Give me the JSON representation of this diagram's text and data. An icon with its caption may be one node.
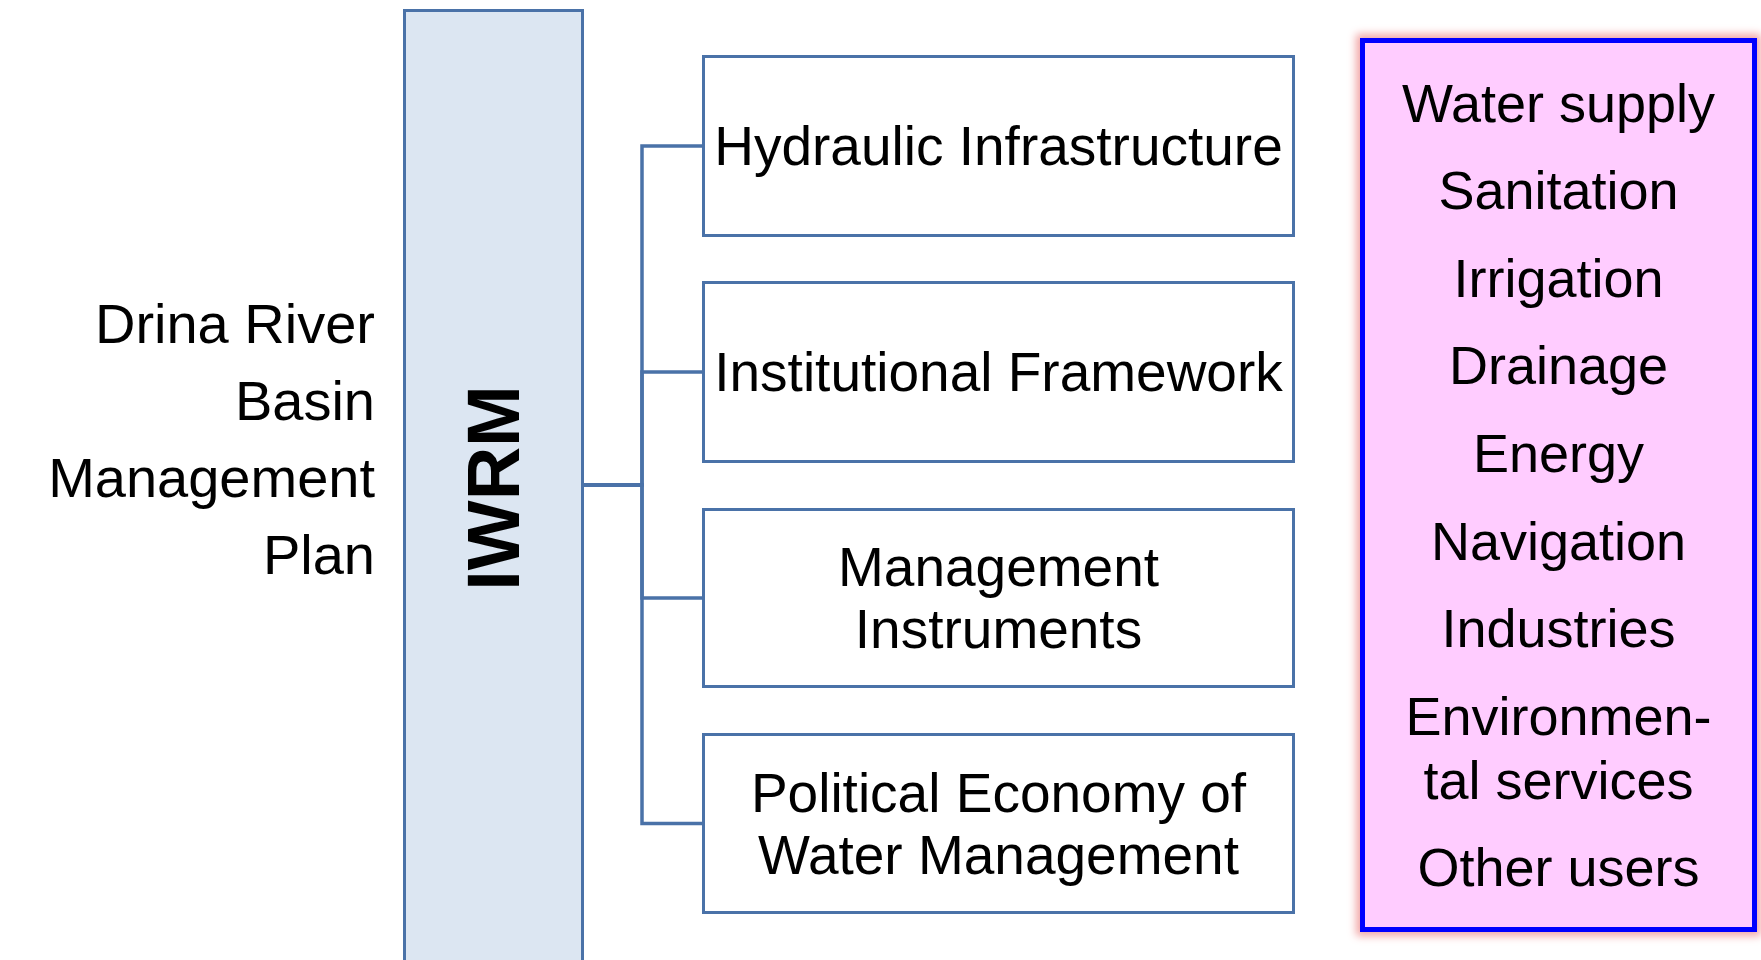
{
  "diagram": {
    "nodes": [
      {
        "text": [
          "IWRM"
        ],
        "beside": [
          "Drina River Basin Management Plan"
        ]
      },
      {
        "text": [
          "Hydraulic Infrastructure"
        ]
      },
      {
        "text": [
          "Institutional Framework"
        ]
      },
      {
        "text": [
          "Management Instruments"
        ]
      },
      {
        "text": [
          "Political Economy of Water Management"
        ]
      },
      {
        "text": [
          "Water supply",
          "Sanitation",
          "Irrigation",
          "Drainage",
          "Energy",
          "Navigation",
          "Industries",
          "Environmen-tal services",
          "Other users"
        ]
      }
    ],
    "edges": [
      {
        "from": 0,
        "to": 1,
        "arrow": "none"
      },
      {
        "from": 0,
        "to": 2,
        "arrow": "none"
      },
      {
        "from": 0,
        "to": 3,
        "arrow": "none"
      },
      {
        "from": 0,
        "to": 4,
        "arrow": "none"
      }
    ]
  }
}
